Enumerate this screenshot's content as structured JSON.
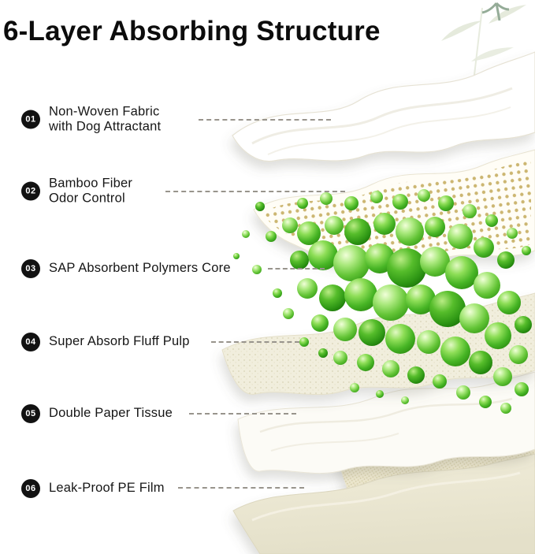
{
  "title": "6-Layer Absorbing Structure",
  "layers": [
    {
      "number": "01",
      "label_line1": "Non-Woven Fabric",
      "label_line2": "with Dog Attractant"
    },
    {
      "number": "02",
      "label_line1": "Bamboo Fiber",
      "label_line2": "Odor Control"
    },
    {
      "number": "03",
      "label_line1": "SAP Absorbent Polymers Core",
      "label_line2": ""
    },
    {
      "number": "04",
      "label_line1": "Super Absorb Fluff Pulp",
      "label_line2": ""
    },
    {
      "number": "05",
      "label_line1": "Double Paper Tissue",
      "label_line2": ""
    },
    {
      "number": "06",
      "label_line1": "Leak-Proof PE Film",
      "label_line2": ""
    }
  ],
  "colors": {
    "title": "#0c0c0c",
    "badge": "#121212",
    "connector_gray": "#98948c",
    "sap_green": "#3fae22",
    "bamboo_dot_gold": "#c6ae62",
    "fluff_cream": "#f1eedd",
    "pe_film_cream": "#e9e6d4"
  }
}
